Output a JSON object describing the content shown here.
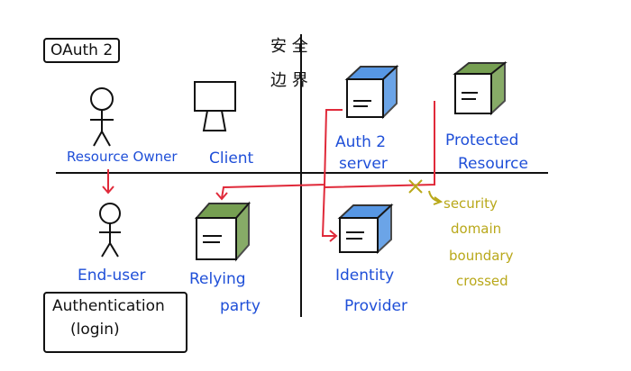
{
  "tags": {
    "oauth2": "OAuth 2",
    "authentication_line1": "Authentication",
    "authentication_line2": "(login)"
  },
  "quadrant_corner_text": {
    "line1": "安 全",
    "line2": "边 界"
  },
  "actors": {
    "resource_owner": "Resource Owner",
    "client": "Client",
    "auth_server_line1": "Auth 2",
    "auth_server_line2": "server",
    "protected_resource_line1": "Protected",
    "protected_resource_line2": "Resource",
    "end_user": "End-user",
    "relying_party_line1": "Relying",
    "relying_party_line2": "party",
    "identity_provider_line1": "Identity",
    "identity_provider_line2": "Provider"
  },
  "note": {
    "line1": "security",
    "line2": "domain",
    "line3": "boundary",
    "line4": "crossed"
  },
  "colors": {
    "ink": "#111111",
    "label_blue": "#1f4fd8",
    "arrow_red": "#e02a3a",
    "note_yellow": "#b9a81a",
    "server_blue": "#3a86e0",
    "server_green": "#5f8f35"
  }
}
